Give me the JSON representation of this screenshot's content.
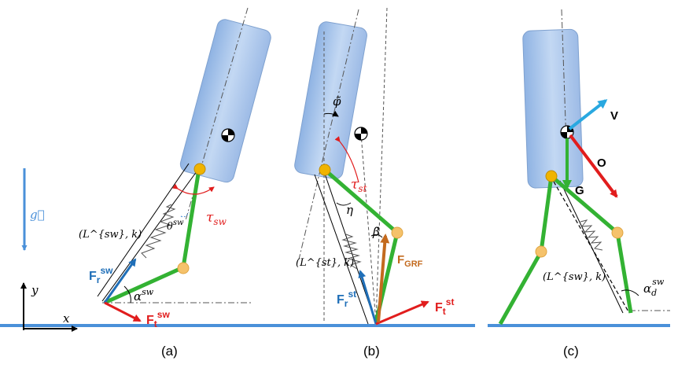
{
  "panels": {
    "a": {
      "caption": "(a)",
      "length_label": "(L^{sw}, k)",
      "theta": "θ",
      "theta_sup": "sw",
      "tau": "τ",
      "tau_sub": "sw",
      "alpha": "α",
      "alpha_sup": "sw",
      "fr_main": "F",
      "fr_sub": "r",
      "fr_sup": "sw",
      "ft_main": "F",
      "ft_sub": "t",
      "ft_sup": "sw"
    },
    "b": {
      "caption": "(b)",
      "length_label": "(L^{st}, k)",
      "phi": "φ̃",
      "tau": "τ",
      "tau_sub": "st",
      "eta": "η",
      "beta": "β̃",
      "fr_main": "F",
      "fr_sub": "r",
      "fr_sup": "st",
      "ft_main": "F",
      "ft_sub": "t",
      "ft_sup": "st",
      "fgrf_main": "F",
      "fgrf_sub": "GRF"
    },
    "c": {
      "caption": "(c)",
      "length_label": "(L^{sw}, k)",
      "v": "V",
      "o": "O",
      "g": "G",
      "alpha": "α",
      "alpha_sub": "d",
      "alpha_sup": "sw"
    }
  },
  "axes": {
    "g": "g⃗",
    "x": "x",
    "y": "y"
  },
  "colors": {
    "body_fill": "#a9c6ec",
    "leg": "#33b233",
    "joint": "#f5c26b",
    "hip": "#f0b400",
    "force_red": "#e11d1d",
    "force_blue": "#1f6fb8",
    "force_orange": "#c36a1e",
    "velocity": "#29a8e0",
    "ground": "#4a90d9"
  }
}
